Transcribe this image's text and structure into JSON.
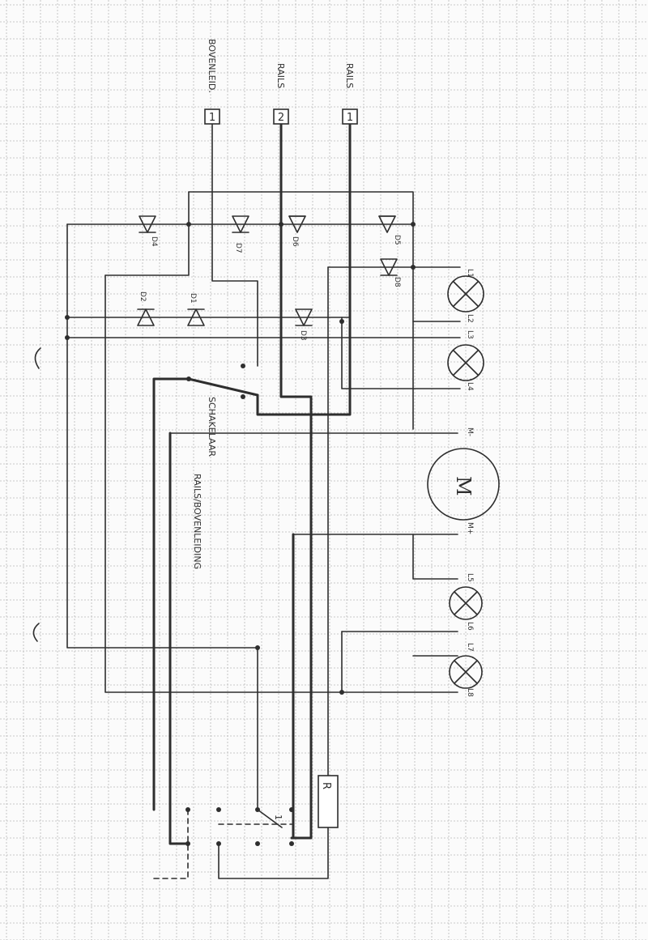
{
  "terminals": {
    "t_bovenleiding": {
      "number": "1",
      "label": "BOVENLEID."
    },
    "t_rails_2": {
      "number": "2",
      "label": "RAILS"
    },
    "t_rails_1": {
      "number": "1",
      "label": "RAILS"
    }
  },
  "diodes": {
    "d4": "D4",
    "d7": "D7",
    "d6": "D6",
    "d5": "D5",
    "d8": "D8",
    "d2": "D2",
    "d1": "D1",
    "d3": "D3"
  },
  "lamps": {
    "l1": "L1",
    "l2": "L2",
    "l3": "L3",
    "l4": "L4",
    "l5": "L5",
    "l6": "L6",
    "l7": "L7",
    "l8": "L8"
  },
  "motor": {
    "symbol": "M",
    "minus": "M-",
    "plus": "M+"
  },
  "switch": {
    "line1": "SCHAKELAAR",
    "line2": "RAILS/BOVENLEIDING"
  },
  "resistor": {
    "label": "R"
  },
  "selector": {
    "position": "1"
  }
}
